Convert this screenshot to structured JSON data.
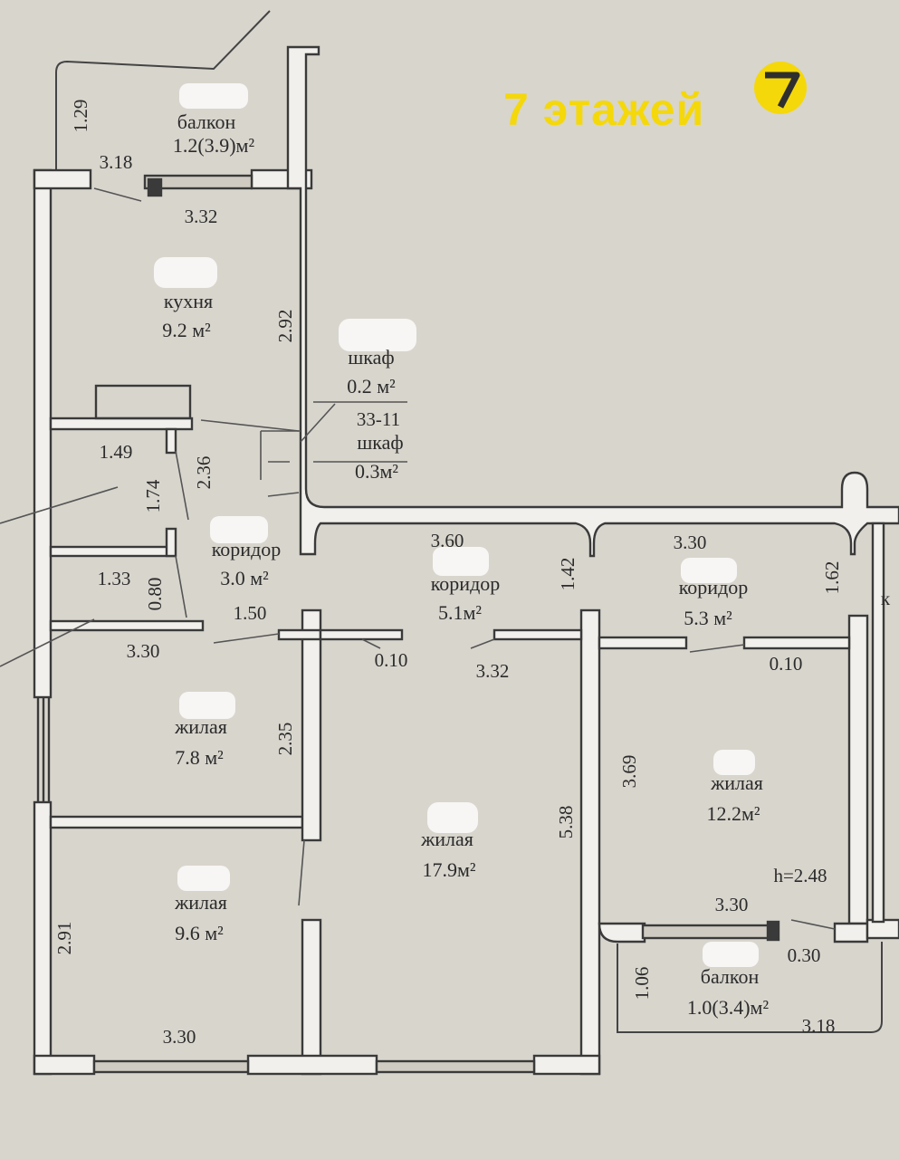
{
  "brand": {
    "text": "7 этажей",
    "logo_glyph": "7",
    "color": "#f4d80a"
  },
  "colors": {
    "wall_fill": "#f2f0ec",
    "wall_stroke": "#3a3a3a",
    "paper": "#d8d5cd",
    "blur": "#f7f6f4"
  },
  "rooms": {
    "balcony_top": {
      "name": "балкон",
      "area": "1.2(3.9)м²"
    },
    "kitchen": {
      "name": "кухня",
      "area": "9.2 м²"
    },
    "closet_1": {
      "name": "шкаф",
      "area": "0.2 м²"
    },
    "closet_2": {
      "name": "шкаф",
      "area": "0.3м²"
    },
    "corridor_1": {
      "name": "коридор",
      "area": "3.0 м²"
    },
    "corridor_2": {
      "name": "коридор",
      "area": "5.1м²"
    },
    "corridor_3": {
      "name": "коридор",
      "area": "5.3 м²"
    },
    "living_1": {
      "name": "жилая",
      "area": "7.8 м²"
    },
    "living_2": {
      "name": "жилая",
      "area": "17.9м²"
    },
    "living_3": {
      "name": "жилая",
      "area": "12.2м²"
    },
    "living_4": {
      "name": "жилая",
      "area": "9.6 м²"
    },
    "balcony_bottom": {
      "name": "балкон",
      "area": "1.0(3.4)м²"
    }
  },
  "dims": {
    "d_129": "1.29",
    "d_318a": "3.18",
    "d_332a": "3.32",
    "d_292": "2.92",
    "d_3311": "33-11",
    "d_149": "1.49",
    "d_236": "2.36",
    "d_174": "1.74",
    "d_133": "1.33",
    "d_080": "0.80",
    "d_150": "1.50",
    "d_330a": "3.30",
    "d_360": "3.60",
    "d_142": "1.42",
    "d_330b": "3.30",
    "d_162": "1.62",
    "d_010a": "0.10",
    "d_332b": "3.32",
    "d_010b": "0.10",
    "d_235": "2.35",
    "d_538": "5.38",
    "d_369": "3.69",
    "d_h": "h=2.48",
    "d_330c": "3.30",
    "d_030": "0.30",
    "d_106": "1.06",
    "d_318b": "3.18",
    "d_291": "2.91",
    "d_330d": "3.30",
    "d_cut": "к"
  }
}
